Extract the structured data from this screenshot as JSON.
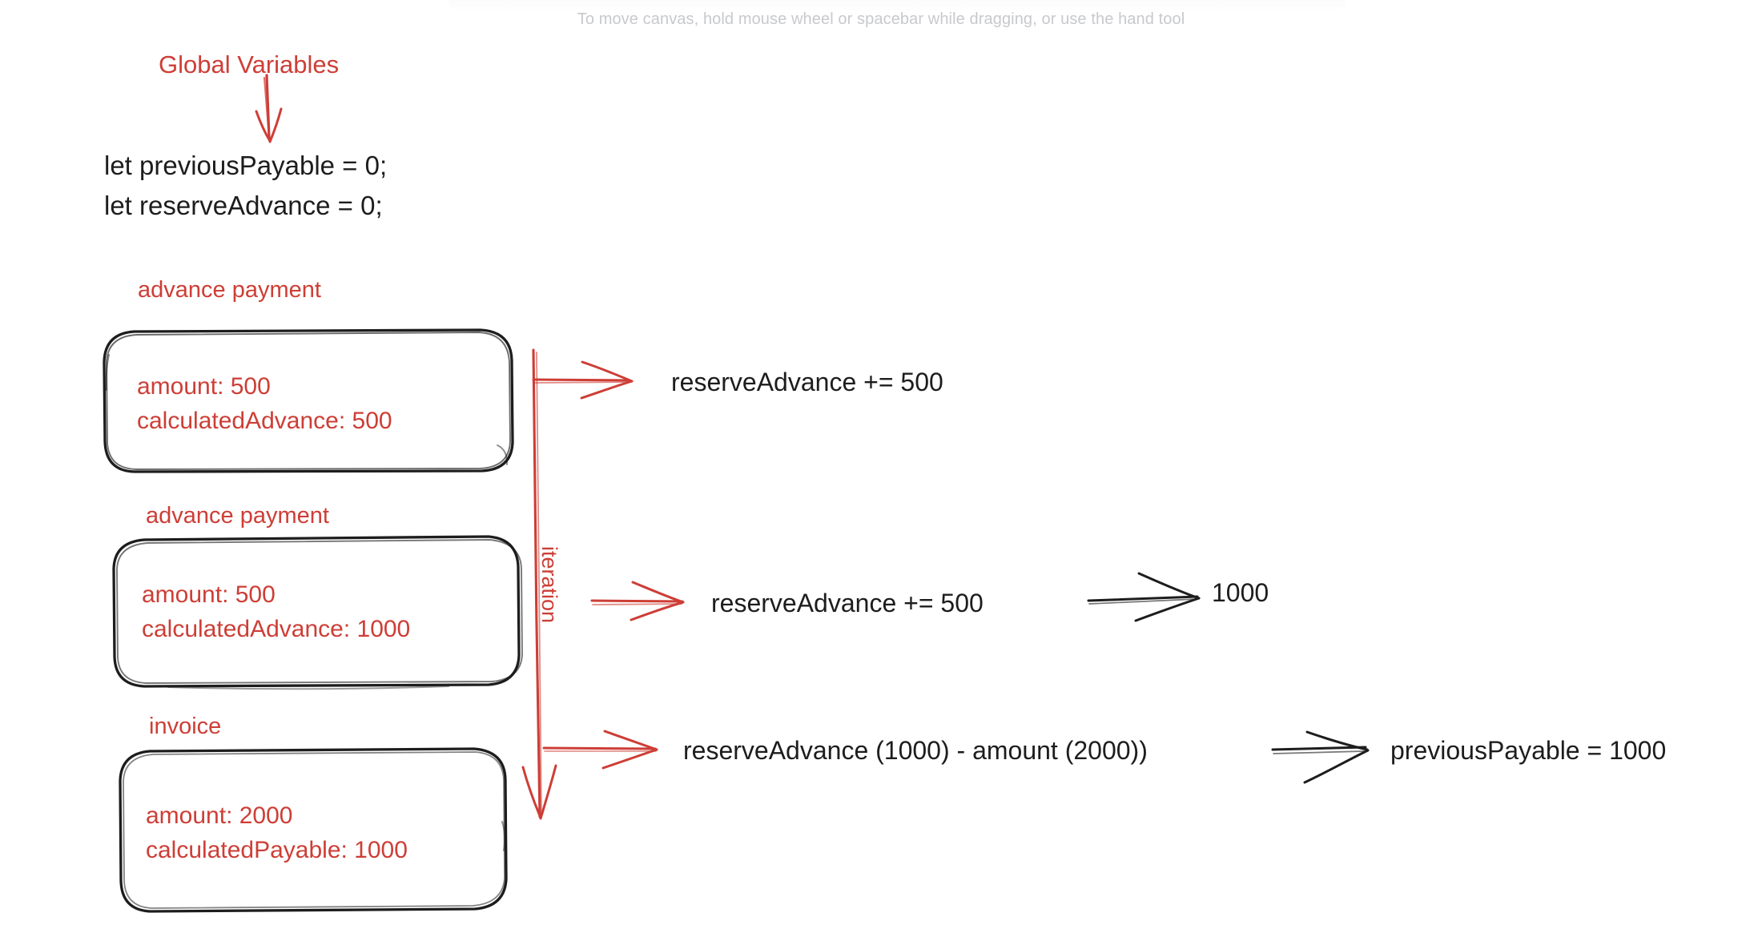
{
  "app": {
    "canvas_hint": "To move canvas, hold mouse wheel or spacebar while dragging, or use the hand tool"
  },
  "colors": {
    "accent_red": "#cd3e36",
    "ink_black": "#1d1d1d",
    "canvas_bg": "#ffffff",
    "hint_gray": "#c8c9cd"
  },
  "diagram": {
    "global_section": {
      "title": "Global Variables",
      "arrow": "down-arrow-icon",
      "code": "let previousPayable = 0;\nlet reserveAdvance = 0;"
    },
    "iteration_label": "iteration",
    "steps": [
      {
        "label": "advance payment",
        "fields": "amount: 500\ncalculatedAdvance: 500",
        "equation": "reserveAdvance += 500",
        "result": ""
      },
      {
        "label": "advance payment",
        "fields": "amount: 500\ncalculatedAdvance: 1000",
        "equation": "reserveAdvance += 500",
        "result": "1000"
      },
      {
        "label": "invoice",
        "fields": "amount: 2000\ncalculatedPayable: 1000",
        "equation": "reserveAdvance (1000) - amount (2000))",
        "result": "previousPayable = 1000"
      }
    ]
  }
}
